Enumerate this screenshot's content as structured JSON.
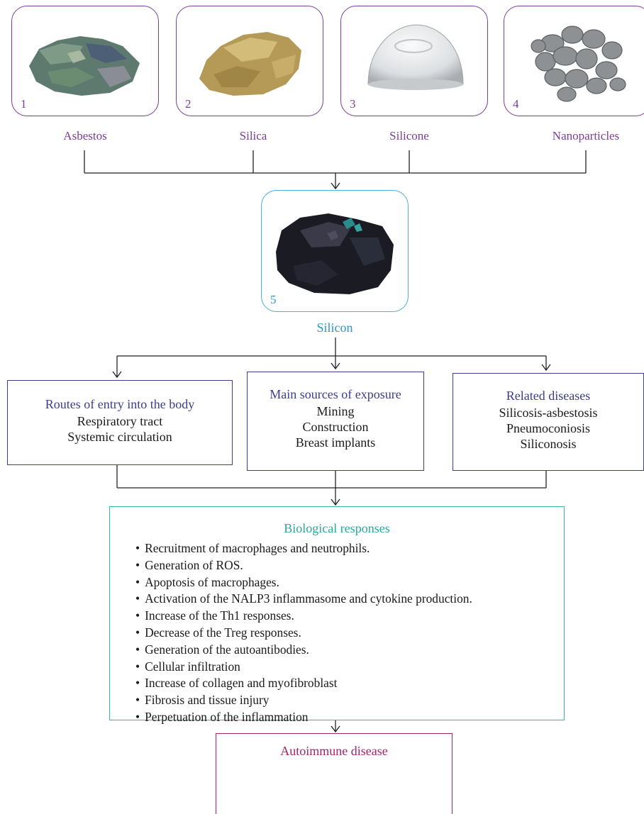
{
  "sources": [
    {
      "number": "1",
      "label": "Asbestos",
      "icon": "asbestos-mineral-icon"
    },
    {
      "number": "2",
      "label": "Silica",
      "icon": "silica-stone-icon"
    },
    {
      "number": "3",
      "label": "Silicone",
      "icon": "silicone-implant-icon"
    },
    {
      "number": "4",
      "label": "Nanoparticles",
      "icon": "nanoparticle-cluster-icon"
    }
  ],
  "silicon": {
    "number": "5",
    "label": "Silicon",
    "icon": "silicon-element-icon"
  },
  "boxes": {
    "routes": {
      "title": "Routes of entry into the body",
      "lines": [
        "Respiratory tract",
        "Systemic circulation"
      ]
    },
    "sources": {
      "title": "Main sources of exposure",
      "lines": [
        "Mining",
        "Construction",
        "Breast implants"
      ]
    },
    "diseases": {
      "title": "Related diseases",
      "lines": [
        "Silicosis-asbestosis",
        "Pneumoconiosis",
        "Siliconosis"
      ]
    }
  },
  "biological": {
    "title": "Biological responses",
    "items": [
      "Recruitment of macrophages and neutrophils.",
      "Generation of ROS.",
      "Apoptosis of macrophages.",
      "Activation of the NALP3 inflammasome and cytokine production.",
      "Increase of the Th1 responses.",
      "Decrease of the Treg responses.",
      "Generation of the autoantibodies.",
      "Cellular infiltration",
      "Increase of collagen and myofibroblast",
      "Fibrosis and tissue injury",
      "Perpetuation of the inflammation"
    ]
  },
  "outcome": {
    "title": "Autoimmune disease"
  },
  "colors": {
    "sources": "#7b3d98",
    "silicon": "#2a98c8",
    "info": "#3b3d92",
    "biological": "#27a89a",
    "outcome": "#a3246b",
    "connector": "#222222"
  }
}
